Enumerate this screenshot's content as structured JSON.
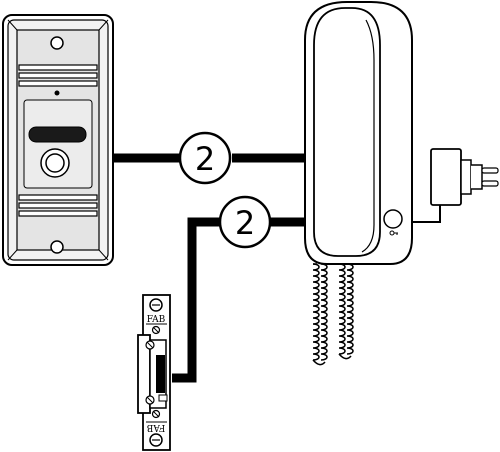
{
  "wires": [
    {
      "id": "panel-to-handset",
      "label": "2"
    },
    {
      "id": "lock-to-handset",
      "label": "2"
    }
  ],
  "strike": {
    "top_mark": "FAB",
    "bottom_mark": "FAB"
  },
  "colors": {
    "line": "#000000",
    "panel_fill": "#f2f2f2",
    "panel_face": "#e4e4e4",
    "background": "#ffffff"
  },
  "icons": [
    "outdoor-panel-icon",
    "camera-lens-icon",
    "indoor-handset-icon",
    "power-adapter-icon",
    "electric-strike-icon",
    "key-icon"
  ]
}
